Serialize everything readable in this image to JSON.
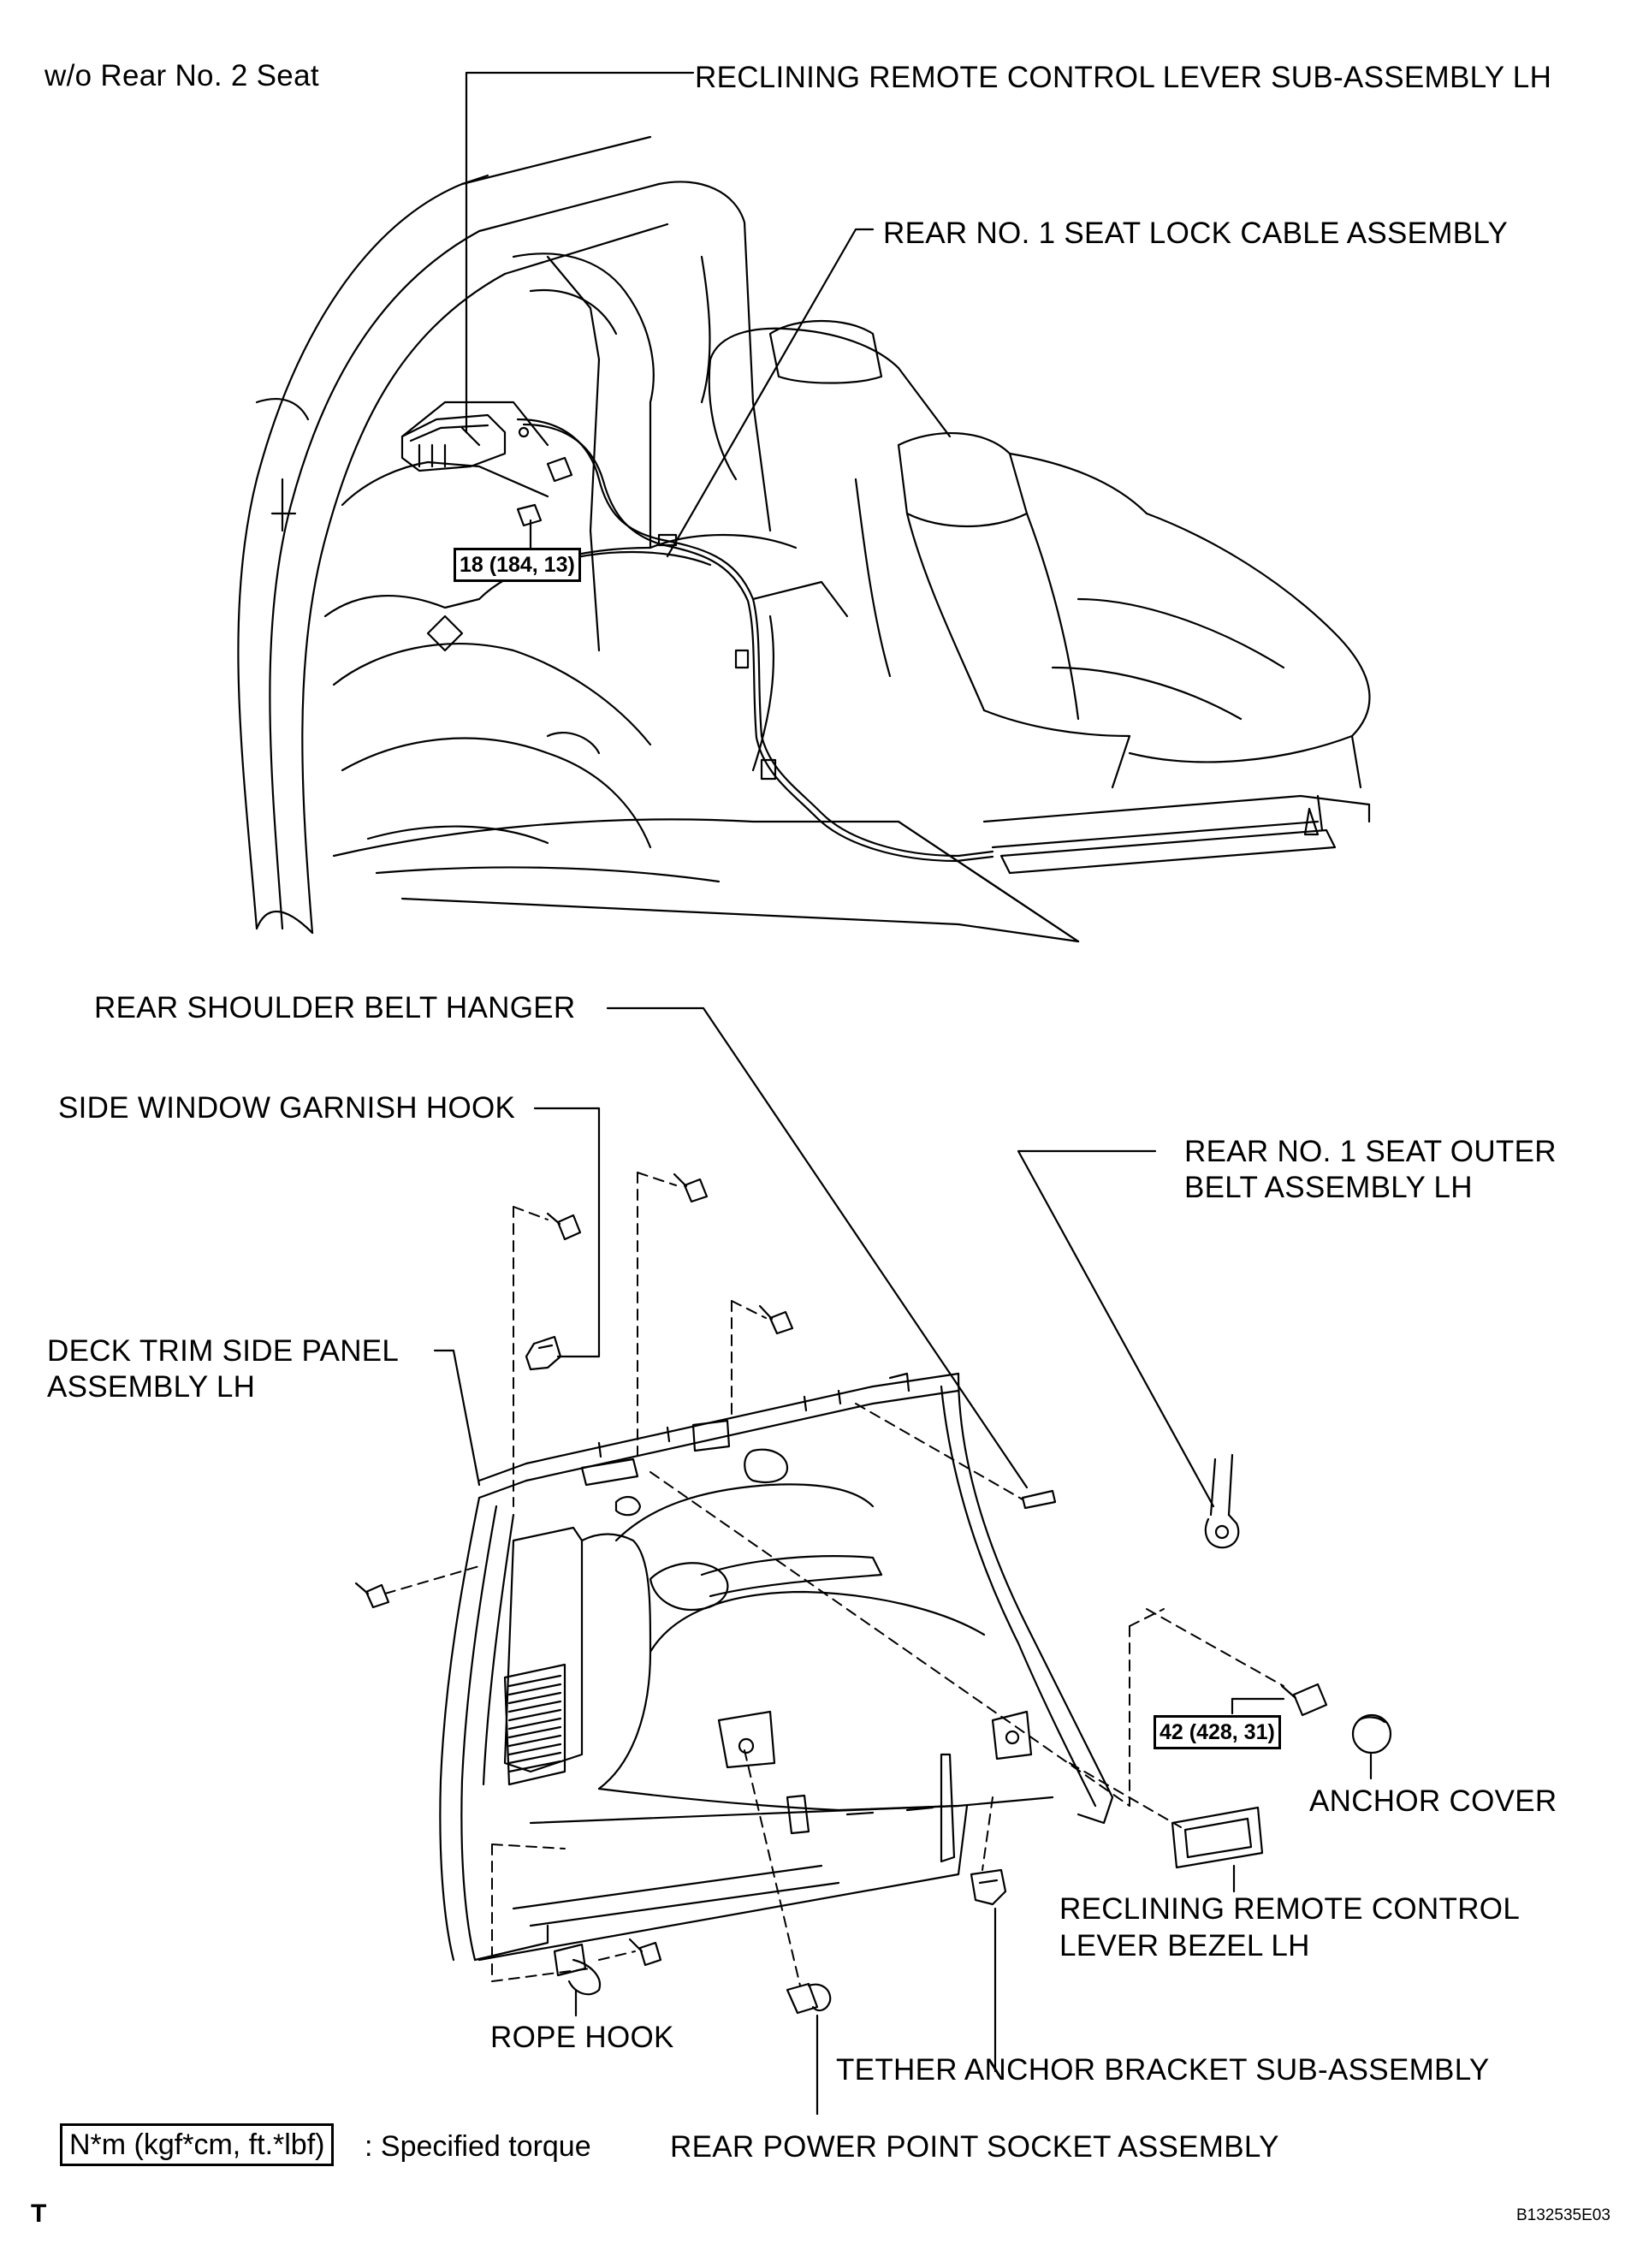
{
  "variant_label": "w/o Rear No. 2 Seat",
  "callouts": {
    "reclining_lever": "RECLINING REMOTE CONTROL LEVER SUB-ASSEMBLY LH",
    "lock_cable": "REAR NO. 1 SEAT LOCK CABLE ASSEMBLY",
    "shoulder_belt_hanger": "REAR SHOULDER BELT HANGER",
    "garnish_hook": "SIDE WINDOW GARNISH HOOK",
    "outer_belt_line1": "REAR NO. 1 SEAT OUTER",
    "outer_belt_line2": "BELT ASSEMBLY LH",
    "deck_trim_line1": "DECK TRIM SIDE PANEL",
    "deck_trim_line2": "ASSEMBLY LH",
    "anchor_cover": "ANCHOR COVER",
    "bezel_line1": "RECLINING REMOTE CONTROL",
    "bezel_line2": "LEVER BEZEL LH",
    "rope_hook": "ROPE HOOK",
    "tether_bracket": "TETHER ANCHOR BRACKET SUB-ASSEMBLY",
    "power_socket": "REAR POWER POINT SOCKET ASSEMBLY"
  },
  "torques": {
    "lever": "18 (184, 13)",
    "belt": "42 (428, 31)"
  },
  "legend": {
    "unit": "N*m (kgf*cm, ft.*lbf)",
    "meaning": ": Specified torque"
  },
  "footer": {
    "corner_mark": "T",
    "figure_code": "B132535E03"
  }
}
